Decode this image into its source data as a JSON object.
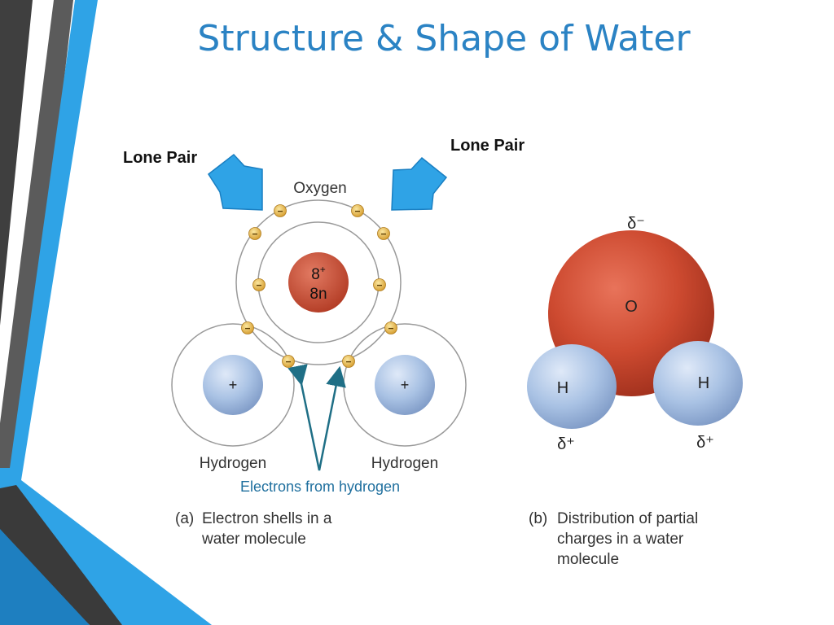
{
  "slide": {
    "title": "Structure & Shape of Water",
    "callouts": {
      "lone_pair_left": "Lone Pair",
      "lone_pair_right": "Lone Pair"
    }
  },
  "diagram_a": {
    "oxygen_label": "Oxygen",
    "nucleus_charge": "8",
    "nucleus_charge_sign": "+",
    "nucleus_neutrons": "8n",
    "hydrogen_left_label": "Hydrogen",
    "hydrogen_right_label": "Hydrogen",
    "hydrogen_nucleus_symbol": "+",
    "electron_symbol": "−",
    "electrons_from_hydrogen_label": "Electrons from hydrogen",
    "caption_marker": "(a)",
    "caption_line1": "Electron shells in a",
    "caption_line2": "water molecule"
  },
  "diagram_b": {
    "oxygen_symbol": "O",
    "hydrogen_left_symbol": "H",
    "hydrogen_right_symbol": "H",
    "delta_minus": "δ⁻",
    "delta_plus_left": "δ⁺",
    "delta_plus_right": "δ⁺",
    "caption_marker": "(b)",
    "caption_line1": "Distribution of partial",
    "caption_line2": "charges in a water",
    "caption_line3": "molecule"
  },
  "colors": {
    "title": "#2b83c4",
    "accent_blue": "#2fa3e6",
    "dark_gray": "#4a4a4a",
    "oxygen_red": "#c8412a",
    "hydrogen_blue": "#a9c2e4",
    "electron_gold": "#e0b040",
    "teal_arrow": "#1f6f86"
  }
}
